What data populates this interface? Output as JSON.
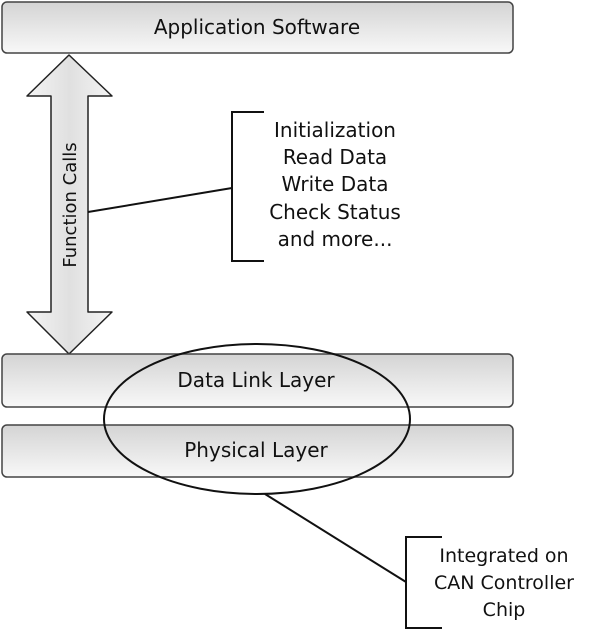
{
  "layers": {
    "application": "Application Software",
    "data_link": "Data Link Layer",
    "physical": "Physical Layer"
  },
  "arrow": {
    "label": "Function Calls"
  },
  "function_list": {
    "items": [
      "Initialization",
      "Read Data",
      "Write Data",
      "Check Status",
      "and more..."
    ]
  },
  "chip_note": {
    "lines": [
      "Integrated on",
      "CAN Controller",
      "Chip"
    ]
  }
}
